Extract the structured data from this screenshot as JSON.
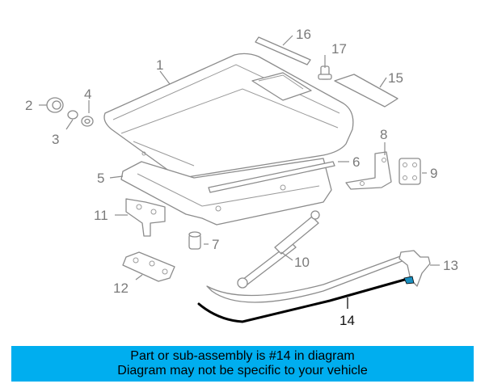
{
  "callouts": {
    "c1": "1",
    "c2": "2",
    "c3": "3",
    "c4": "4",
    "c5": "5",
    "c6": "6",
    "c7": "7",
    "c8": "8",
    "c9": "9",
    "c10": "10",
    "c11": "11",
    "c12": "12",
    "c13": "13",
    "c14": "14",
    "c15": "15",
    "c16": "16",
    "c17": "17"
  },
  "highlight": {
    "part_number": "14",
    "color": "#000000"
  },
  "colors": {
    "banner": "#00aeef",
    "part_line": "#8c8c8c",
    "part_fill": "#ffffff"
  },
  "banner": {
    "line1": "Part or sub-assembly is #14 in diagram",
    "line2": "Diagram may not be specific to your vehicle"
  }
}
